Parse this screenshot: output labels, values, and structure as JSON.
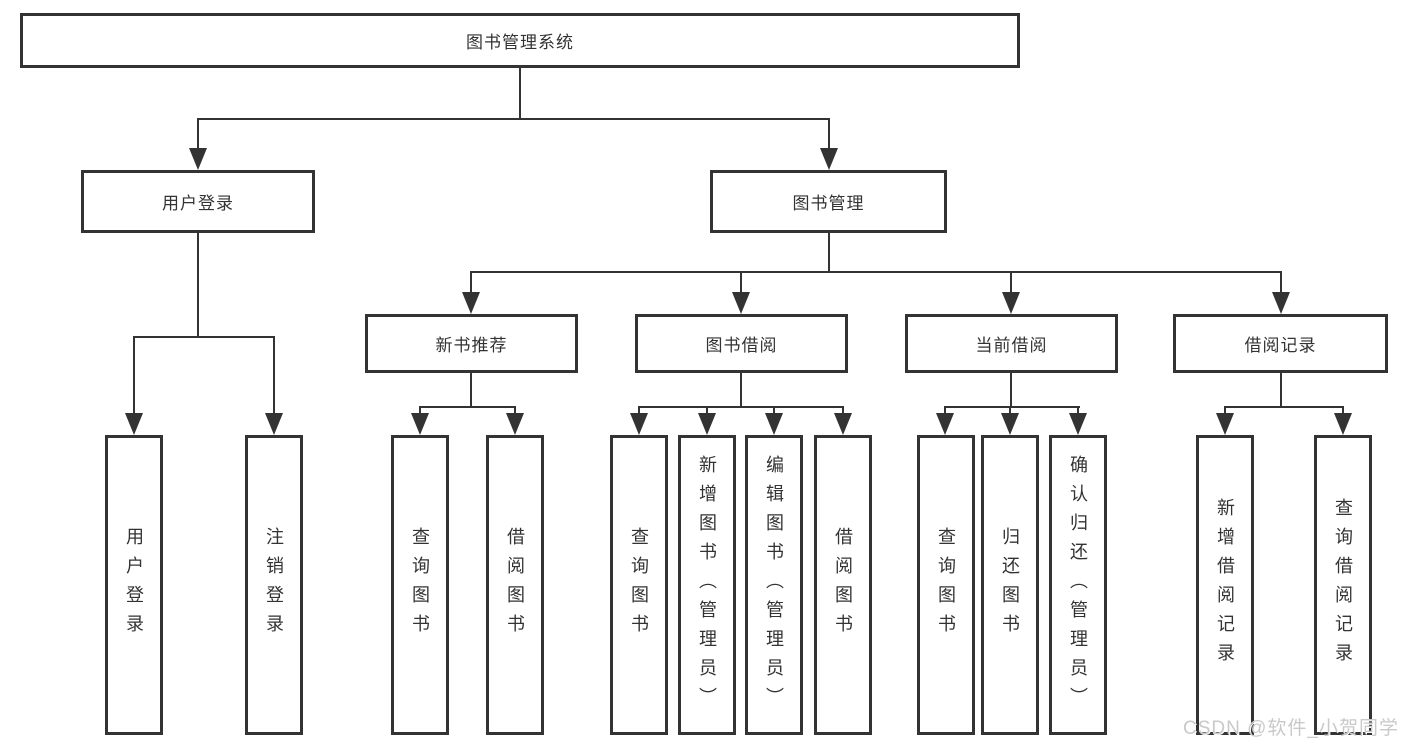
{
  "nodes": {
    "root": "图书管理系统",
    "user_login": "用户登录",
    "book_mgmt": "图书管理",
    "new_books": "新书推荐",
    "book_borrow": "图书借阅",
    "current_borrow": "当前借阅",
    "borrow_records": "借阅记录"
  },
  "leaves": {
    "user_login": [
      "用户登录",
      "注销登录"
    ],
    "new_books": [
      "查询图书",
      "借阅图书"
    ],
    "book_borrow": [
      "查询图书",
      "新增图书（管理员）",
      "编辑图书（管理员）",
      "借阅图书"
    ],
    "current_borrow": [
      "查询图书",
      "归还图书",
      "确认归还（管理员）"
    ],
    "borrow_records": [
      "新增借阅记录",
      "查询借阅记录"
    ]
  },
  "watermark": "CSDN @软件_小贺同学",
  "colors": {
    "line": "#333333",
    "text": "#333333",
    "watermark": "#c9c9c9",
    "background": "#ffffff"
  }
}
